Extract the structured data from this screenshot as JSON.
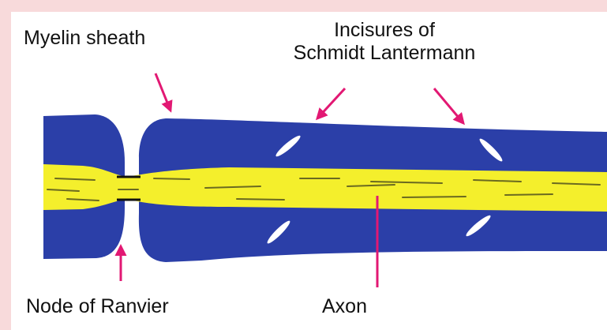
{
  "labels": {
    "myelin_sheath": "Myelin sheath",
    "incisures_line1": "Incisures of",
    "incisures_line2": "Schmidt Lantermann",
    "node_of_ranvier": "Node of Ranvier",
    "axon": "Axon"
  },
  "colors": {
    "background": "#ffffff",
    "frame": "#f8dadb",
    "myelin": "#2b3fa8",
    "axon": "#f4ef2c",
    "arrow": "#e21873",
    "text": "#111111"
  }
}
